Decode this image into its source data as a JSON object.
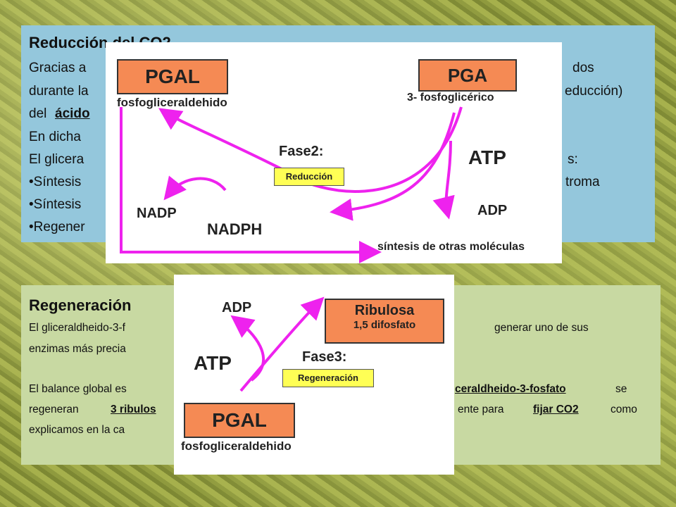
{
  "top_panel": {
    "title": "Reducción del CO2",
    "lines": [
      "Gracias a",
      "dos",
      "durante la",
      "educción)",
      "del",
      "ácido",
      "En dicha",
      "El glicera",
      "s:",
      "•Síntesis",
      "troma",
      "•Síntesis",
      "•Regener"
    ]
  },
  "bottom_panel": {
    "title": "Regeneración",
    "line1_left": "El gliceraldheido-3-f",
    "line1_right": "generar uno de sus",
    "line2_left": "enzimas más precia",
    "line3_left": "El balance global es",
    "line3_u": "ceraldheido-3-fosfato",
    "line3_right": "se",
    "line4_left": "regeneran",
    "line4_u": "3 ribulos",
    "line4_mid": "ente para",
    "line4_u2": "fijar CO2",
    "line4_right": "como",
    "line5_left": "explicamos en la ca"
  },
  "diagram_top": {
    "pgal": "PGAL",
    "pgal_sub": "fosfogliceraldehido",
    "pga": "PGA",
    "pga_sub": "3- fosfoglicérico",
    "fase": "Fase2:",
    "fase_box": "Reducción",
    "atp": "ATP",
    "adp": "ADP",
    "nadp": "NADP",
    "nadph": "NADPH",
    "sintesis": "síntesis de otras moléculas"
  },
  "diagram_bottom": {
    "adp": "ADP",
    "atp": "ATP",
    "ribulosa": "Ribulosa",
    "ribulosa_sub": "1,5 difosfato",
    "fase": "Fase3:",
    "fase_box": "Regeneración",
    "pgal": "PGAL",
    "pgal_sub": "fosfogliceraldehido"
  },
  "colors": {
    "arrow": "#ee22ee",
    "orange": "#f58a54",
    "yellow": "#ffff55"
  }
}
